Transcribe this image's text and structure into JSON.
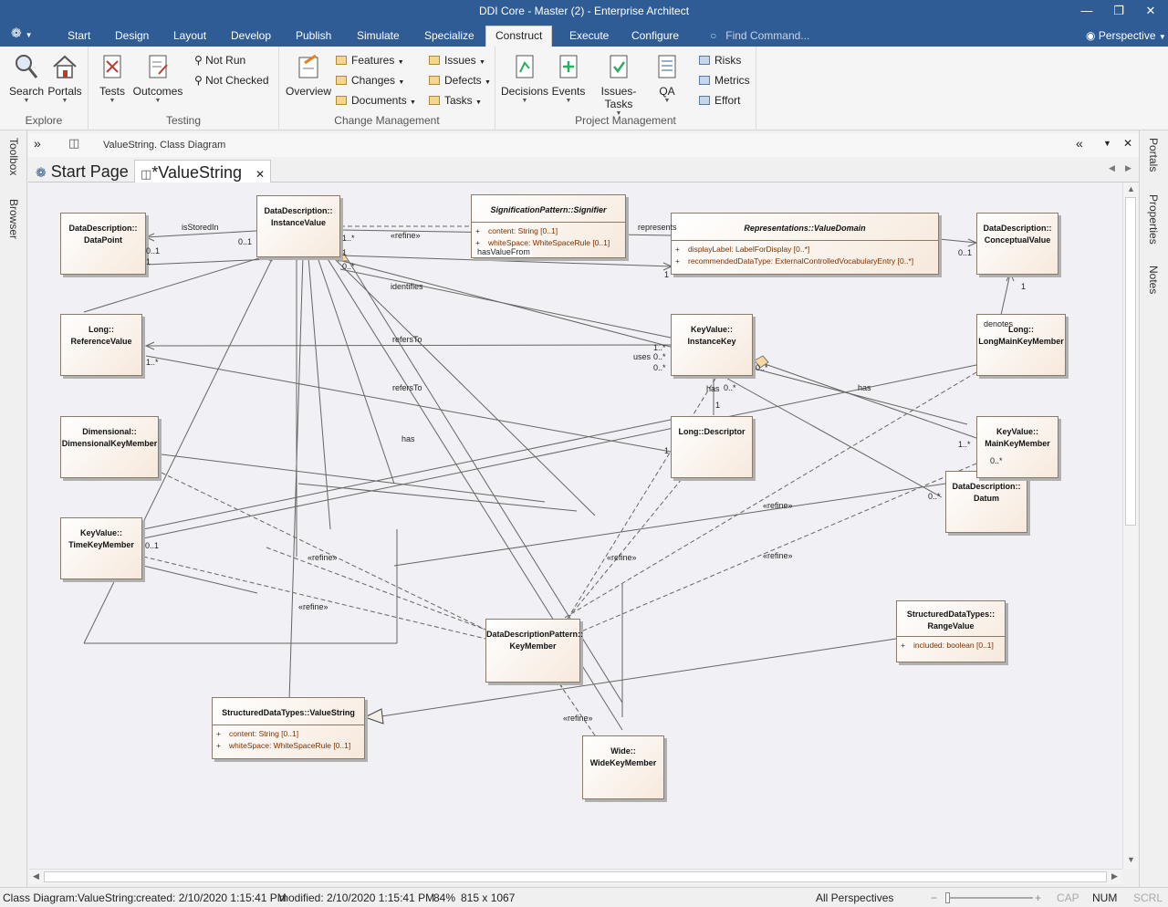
{
  "window": {
    "title": "DDI Core - Master (2) - Enterprise Architect"
  },
  "tabs": [
    "Start",
    "Design",
    "Layout",
    "Develop",
    "Publish",
    "Simulate",
    "Specialize",
    "Construct",
    "Execute",
    "Configure"
  ],
  "active_tab": "Construct",
  "find_command": {
    "placeholder": "Find Command..."
  },
  "perspective_label": "Perspective",
  "ribbon": {
    "explore": {
      "label": "Explore",
      "search": "Search",
      "portals": "Portals"
    },
    "testing": {
      "label": "Testing",
      "tests": "Tests",
      "outcomes": "Outcomes",
      "not_run": "Not Run",
      "not_checked": "Not Checked"
    },
    "change_management": {
      "label": "Change Management",
      "overview": "Overview",
      "features": "Features",
      "changes": "Changes",
      "documents": "Documents",
      "issues": "Issues",
      "defects": "Defects",
      "tasks": "Tasks"
    },
    "project_management": {
      "label": "Project Management",
      "decisions": "Decisions",
      "events": "Events",
      "issues_tasks": "Issues-Tasks",
      "qa": "QA",
      "risks": "Risks",
      "metrics": "Metrics",
      "effort": "Effort"
    }
  },
  "side_tabs": {
    "left": [
      "Toolbox",
      "Browser"
    ],
    "right": [
      "Portals",
      "Properties",
      "Notes"
    ]
  },
  "breadcrumb": "ValueString.  Class Diagram",
  "doc_tabs": {
    "start": "Start Page",
    "active": "*ValueString"
  },
  "classes": {
    "datapoint": {
      "name": "DataDescription::\nDataPoint"
    },
    "instancevalue": {
      "name": "DataDescription::\nInstanceValue"
    },
    "signifier": {
      "name": "SignificationPattern::Signifier",
      "attrs": [
        {
          "v": "+",
          "t": "content: String [0..1]"
        },
        {
          "v": "+",
          "t": "whiteSpace: WhiteSpaceRule [0..1]"
        }
      ]
    },
    "valuedomain": {
      "name": "Representations::ValueDomain",
      "attrs": [
        {
          "v": "+",
          "t": "displayLabel: LabelForDisplay [0..*]"
        },
        {
          "v": "+",
          "t": "recommendedDataType: ExternalControlledVocabularyEntry [0..*]"
        }
      ]
    },
    "conceptualvalue": {
      "name": "DataDescription::\nConceptualValue"
    },
    "referencevalue": {
      "name": "Long::\nReferenceValue"
    },
    "instancekey": {
      "name": "KeyValue::\nInstanceKey"
    },
    "longmainkeymember": {
      "name": "Long::\nLongMainKeyMember"
    },
    "dimensionalkeymember": {
      "name": "Dimensional::\nDimensionalKeyMember"
    },
    "descriptor": {
      "name": "Long::Descriptor"
    },
    "mainkeymember": {
      "name": "KeyValue::\nMainKeyMember"
    },
    "datum": {
      "name": "DataDescription::\nDatum"
    },
    "timekeymember": {
      "name": "KeyValue::\nTimeKeyMember"
    },
    "rangevalue": {
      "name": "StructuredDataTypes::\nRangeValue",
      "attrs": [
        {
          "v": "+",
          "t": "included: boolean [0..1]"
        }
      ]
    },
    "keymember": {
      "name": "DataDescriptionPattern::\nKeyMember"
    },
    "valuestring": {
      "name": "StructuredDataTypes::ValueString",
      "attrs": [
        {
          "v": "+",
          "t": "content: String [0..1]"
        },
        {
          "v": "+",
          "t": "whiteSpace: WhiteSpaceRule [0..1]"
        }
      ]
    },
    "widekeymember": {
      "name": "Wide::\nWideKeyMember"
    }
  },
  "connector_labels": {
    "isStoredIn": "isStoredIn",
    "refine": "«refine»",
    "represents": "represents",
    "hasValueFrom": "hasValueFrom",
    "identifies": "identifies",
    "refersTo": "refersTo",
    "uses": "uses",
    "has": "has",
    "denotes": "denotes",
    "m_01": "0..1",
    "m_1": "1",
    "m_1star": "1..*",
    "m_0star": "0..*"
  },
  "status": {
    "diagram": "Class Diagram:ValueString:",
    "created": "created: 2/10/2020 1:15:41 PM",
    "modified": "modified: 2/10/2020 1:15:41 PM",
    "zoom": "84%",
    "size": "815 x 1067",
    "perspectives": "All Perspectives",
    "cap": "CAP",
    "num": "NUM",
    "scrl": "SCRL"
  }
}
